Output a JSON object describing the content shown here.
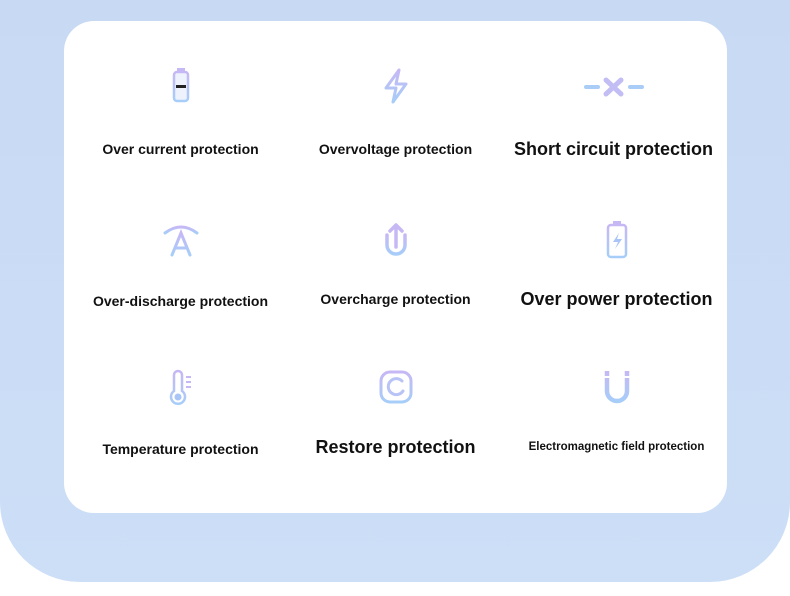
{
  "items": [
    {
      "label": "Over current protection",
      "icon": "battery-icon"
    },
    {
      "label": "Overvoltage protection",
      "icon": "lightning-icon"
    },
    {
      "label": "Short circuit protection",
      "icon": "short-circuit-icon"
    },
    {
      "label": "Over-discharge protection",
      "icon": "discharge-icon"
    },
    {
      "label": "Overcharge protection",
      "icon": "overcharge-icon"
    },
    {
      "label": "Over power protection",
      "icon": "battery-charging-icon"
    },
    {
      "label": "Temperature protection",
      "icon": "thermometer-icon"
    },
    {
      "label": "Restore protection",
      "icon": "restore-icon"
    },
    {
      "label": "Electromagnetic field protection",
      "icon": "magnet-icon"
    }
  ],
  "colors": {
    "accent": "#a9c4f7",
    "accent2": "#c6b8f5",
    "panel": "#c9daf5"
  }
}
